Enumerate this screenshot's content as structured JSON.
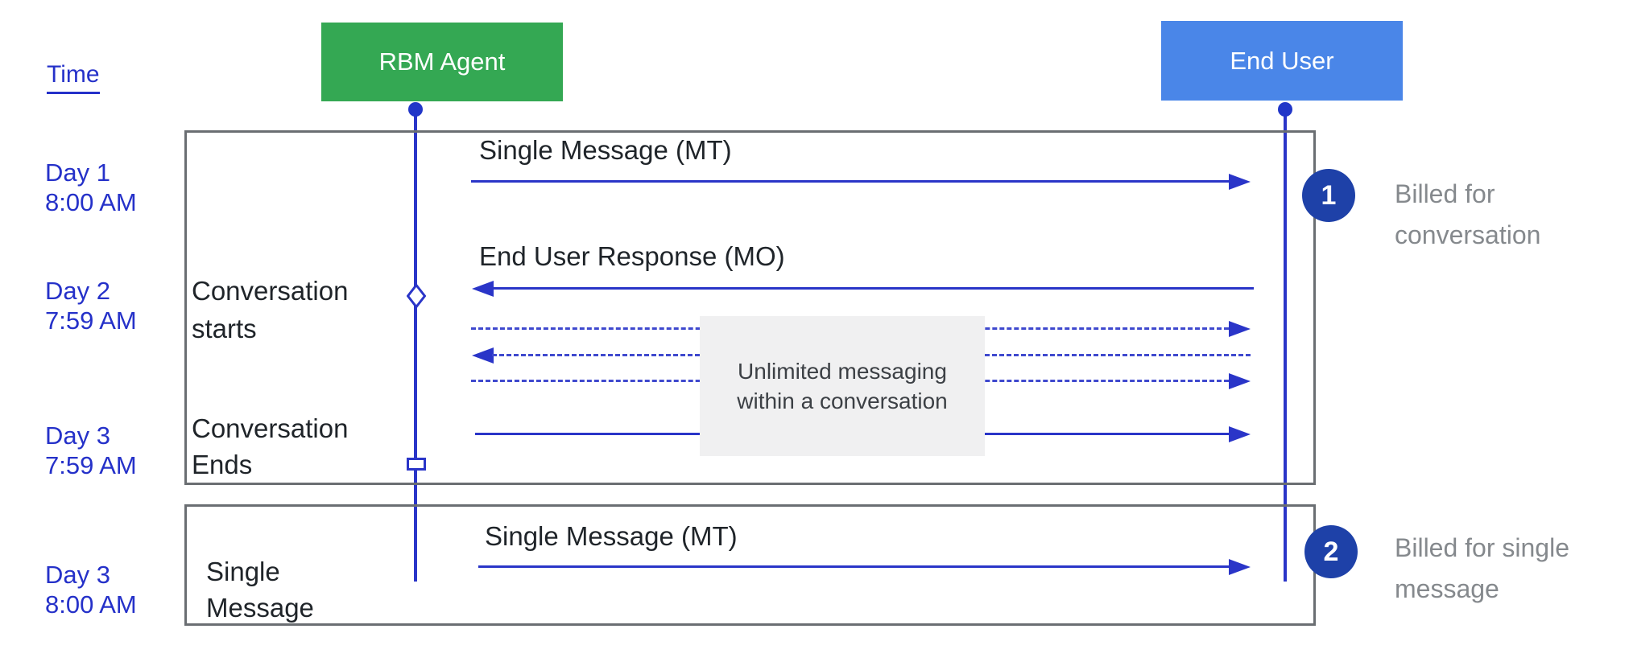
{
  "diagram": {
    "time_axis_label": "Time",
    "actors": [
      {
        "id": "rbm-agent",
        "label": "RBM Agent",
        "color": "#34A853"
      },
      {
        "id": "end-user",
        "label": "End User",
        "color": "#4A86E8"
      }
    ],
    "time_markers": [
      {
        "day": "Day 1",
        "time": "8:00 AM"
      },
      {
        "day": "Day 2",
        "time": "7:59 AM"
      },
      {
        "day": "Day 3",
        "time": "7:59 AM"
      },
      {
        "day": "Day 3",
        "time": "8:00 AM"
      }
    ],
    "lane_labels": {
      "conversation_starts_line1": "Conversation",
      "conversation_starts_line2": "starts",
      "conversation_ends_line1": "Conversation",
      "conversation_ends_line2": "Ends",
      "single_message_line1": "Single",
      "single_message_line2": "Message"
    },
    "messages": [
      {
        "label": "Single Message (MT)",
        "from": "rbm-agent",
        "to": "end-user",
        "style": "solid"
      },
      {
        "label": "End User Response (MO)",
        "from": "end-user",
        "to": "rbm-agent",
        "style": "solid"
      },
      {
        "label": "",
        "from": "rbm-agent",
        "to": "end-user",
        "style": "dashed"
      },
      {
        "label": "",
        "from": "end-user",
        "to": "rbm-agent",
        "style": "dashed"
      },
      {
        "label": "",
        "from": "rbm-agent",
        "to": "end-user",
        "style": "dashed"
      },
      {
        "label": "",
        "from": "rbm-agent",
        "to": "end-user",
        "style": "solid"
      },
      {
        "label": "Single Message (MT)",
        "from": "rbm-agent",
        "to": "end-user",
        "style": "solid"
      }
    ],
    "note": {
      "line1": "Unlimited messaging",
      "line2": "within a conversation"
    },
    "badges": [
      {
        "number": "1",
        "caption_line1": "Billed for",
        "caption_line2": "conversation"
      },
      {
        "number": "2",
        "caption_line1": "Billed for single",
        "caption_line2": "message"
      }
    ],
    "colors": {
      "rbm_agent_box": "#34A853",
      "end_user_box": "#4A86E8",
      "line_blue": "#2A35C8",
      "dashed_blue": "#3F49CE",
      "time_text_blue": "#2531C9",
      "badge_navy": "#1E41A8",
      "billed_gray_text": "#85898D",
      "phase_border_gray": "#6A6E72",
      "note_fill": "#F0F0F1"
    }
  }
}
